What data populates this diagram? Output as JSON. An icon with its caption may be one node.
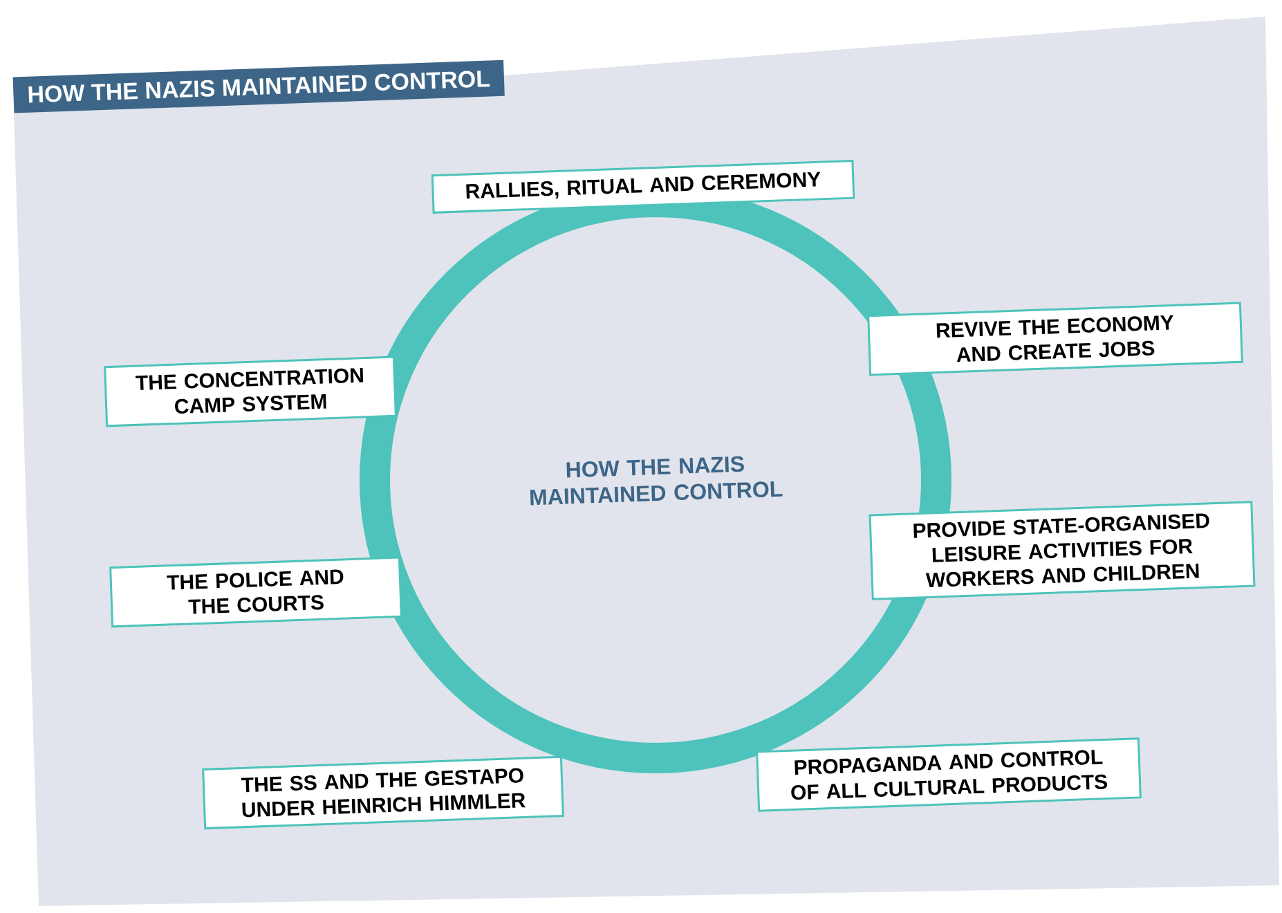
{
  "diagram": {
    "title": "HOW THE NAZIS MAINTAINED CONTROL",
    "nodes": [
      {
        "text": [
          "RALLIES, RITUAL AND CEREMONY"
        ]
      },
      {
        "text": [
          "THE CONCENTRATION CAMP SYSTEM"
        ]
      },
      {
        "text": [
          "REVIVE THE ECONOMY AND CREATE JOBS"
        ]
      },
      {
        "text": [
          "HOW THE NAZIS MAINTAINED CONTROL"
        ]
      },
      {
        "text": [
          "THE POLICE AND THE COURTS"
        ]
      },
      {
        "text": [
          "PROVIDE STATE-ORGANISED LEISURE ACTIVITIES FOR WORKERS AND CHILDREN"
        ]
      },
      {
        "text": [
          "THE SS AND THE GESTAPO UNDER HEINRICH HIMMLER"
        ]
      },
      {
        "text": [
          "PROPAGANDA AND CONTROL OF ALL CULTURAL PRODUCTS"
        ]
      }
    ]
  }
}
